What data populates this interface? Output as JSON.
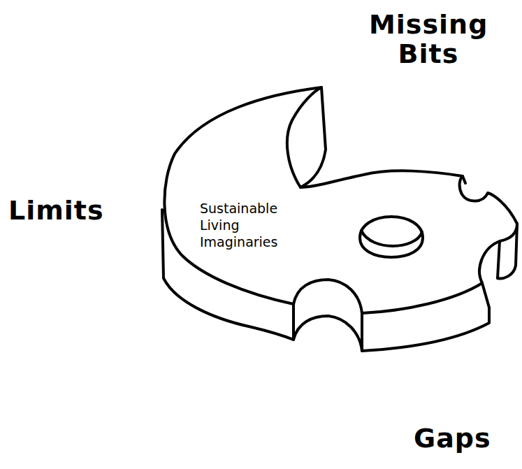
{
  "diagram": {
    "nodes": [
      {
        "text": [
          "Sustainable Living Imaginaries"
        ]
      }
    ],
    "labels": [
      "Missing Bits",
      "Limits",
      "Gaps"
    ]
  }
}
